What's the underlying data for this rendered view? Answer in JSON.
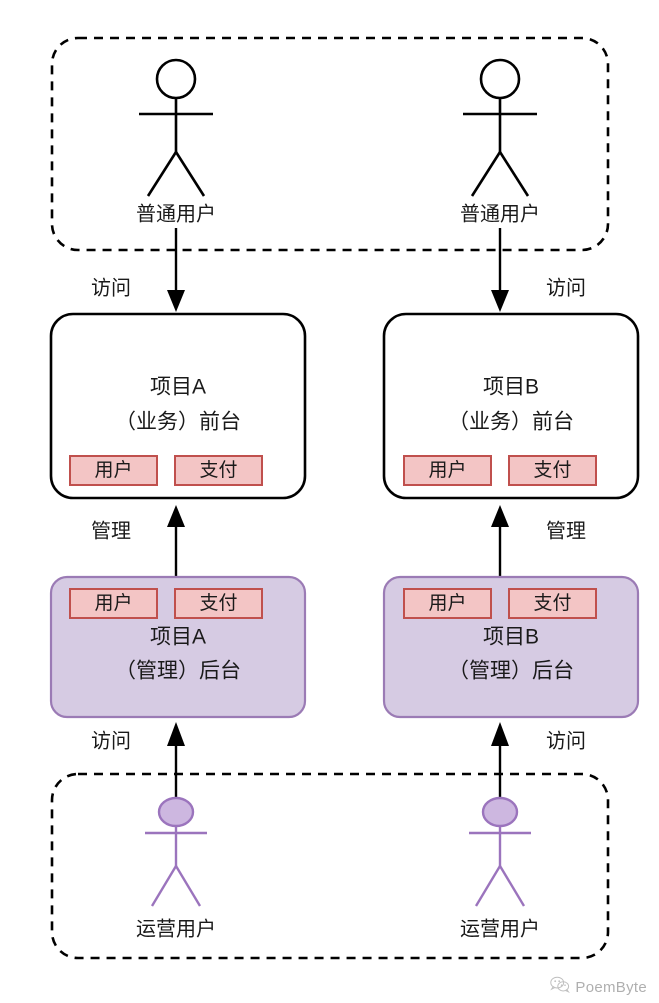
{
  "diagram": {
    "type": "architecture-uml",
    "groups": [
      {
        "id": "top-actors",
        "label": ""
      },
      {
        "id": "bottom-actors",
        "label": ""
      }
    ],
    "columns": [
      {
        "id": "column-a",
        "top_actor": {
          "label": "普通用户",
          "style": "black"
        },
        "edge_top": {
          "label": "访问",
          "direction": "down"
        },
        "front_box": {
          "title_line1": "项目A",
          "title_line2": "（业务）前台",
          "tags": [
            "用户",
            "支付"
          ]
        },
        "edge_middle": {
          "label": "管理",
          "direction": "up"
        },
        "back_box": {
          "title_line1": "项目A",
          "title_line2": "（管理）后台",
          "tags": [
            "用户",
            "支付"
          ]
        },
        "edge_bottom": {
          "label": "访问",
          "direction": "up"
        },
        "bottom_actor": {
          "label": "运营用户",
          "style": "purple"
        }
      },
      {
        "id": "column-b",
        "top_actor": {
          "label": "普通用户",
          "style": "black"
        },
        "edge_top": {
          "label": "访问",
          "direction": "down"
        },
        "front_box": {
          "title_line1": "项目B",
          "title_line2": "（业务）前台",
          "tags": [
            "用户",
            "支付"
          ]
        },
        "edge_middle": {
          "label": "管理",
          "direction": "up"
        },
        "back_box": {
          "title_line1": "项目B",
          "title_line2": "（管理）后台",
          "tags": [
            "用户",
            "支付"
          ]
        },
        "edge_bottom": {
          "label": "访问",
          "direction": "up"
        },
        "bottom_actor": {
          "label": "运营用户",
          "style": "purple"
        }
      }
    ],
    "colors": {
      "stroke": "#000000",
      "front_box_fill": "#ffffff",
      "back_box_fill": "#d6cbe3",
      "back_box_stroke": "#9b7bb5",
      "tag_fill": "#f3c5c5",
      "tag_stroke": "#c0504d",
      "actor_purple": "#9b74bd",
      "actor_purple_head_fill": "#cdb7e0"
    }
  },
  "watermark": {
    "text": "PoemByte",
    "icon": "wechat-icon"
  }
}
